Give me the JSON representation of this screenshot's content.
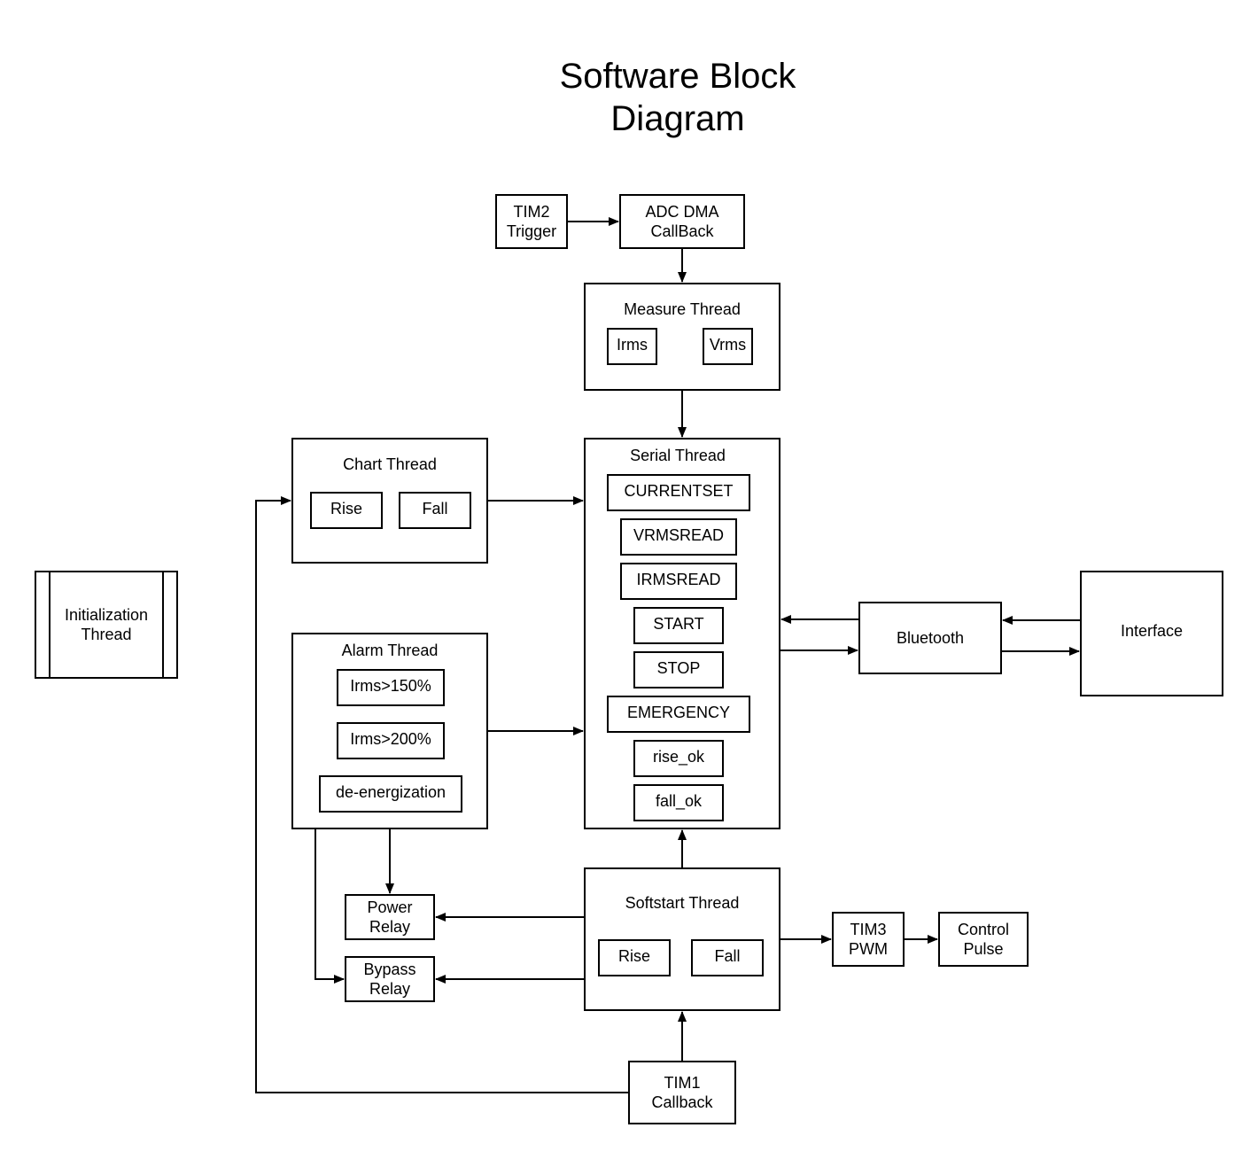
{
  "title": "Software Block\nDiagram",
  "nodes": {
    "tim2_trigger": "TIM2\nTrigger",
    "adc_dma_callback": "ADC DMA\nCallBack",
    "initialization_thread": "Initialization\nThread",
    "bluetooth": "Bluetooth",
    "interface": "Interface",
    "power_relay": "Power\nRelay",
    "bypass_relay": "Bypass\nRelay",
    "tim3_pwm": "TIM3\nPWM",
    "control_pulse": "Control\nPulse",
    "tim1_callback": "TIM1\nCallback"
  },
  "measure_thread": {
    "title": "Measure Thread",
    "items": [
      "Irms",
      "Vrms"
    ]
  },
  "chart_thread": {
    "title": "Chart Thread",
    "items": [
      "Rise",
      "Fall"
    ]
  },
  "serial_thread": {
    "title": "Serial Thread",
    "items": [
      "CURRENTSET",
      "VRMSREAD",
      "IRMSREAD",
      "START",
      "STOP",
      "EMERGENCY",
      "rise_ok",
      "fall_ok"
    ]
  },
  "alarm_thread": {
    "title": "Alarm Thread",
    "items": [
      "Irms>150%",
      "Irms>200%",
      "de-energization"
    ]
  },
  "softstart_thread": {
    "title": "Softstart Thread",
    "items": [
      "Rise",
      "Fall"
    ]
  }
}
